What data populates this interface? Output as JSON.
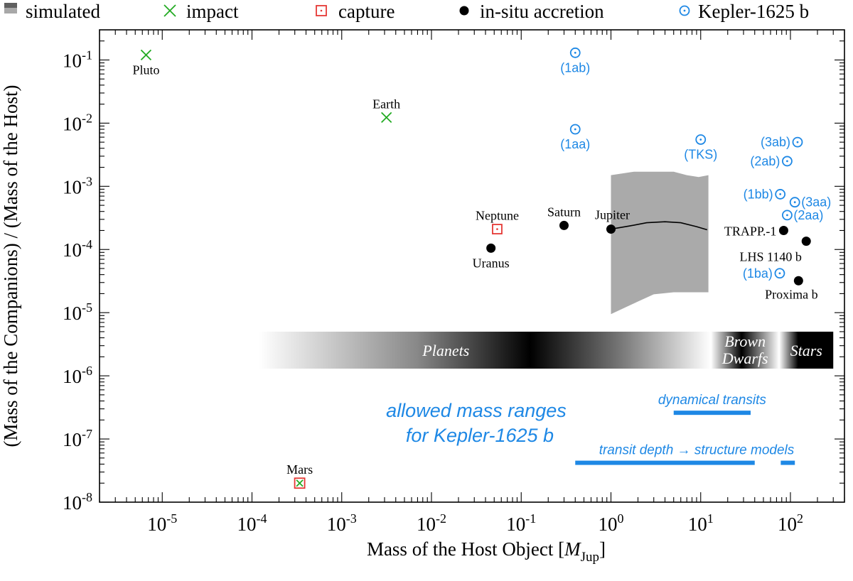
{
  "chart_data": {
    "type": "scatter",
    "xlabel_main": "Mass of the Host Object [",
    "xlabel_sym": "M",
    "xlabel_sub": "Jup",
    "xlabel_close": "]",
    "ylabel": "(Mass of the Companions) / (Mass of the Host)",
    "xscale": "log",
    "yscale": "log",
    "xlim": [
      2e-06,
      400
    ],
    "ylim": [
      1e-08,
      0.3
    ],
    "x_ticks": [
      {
        "exp": -5,
        "base": "10",
        "sup": "-5"
      },
      {
        "exp": -4,
        "base": "10",
        "sup": "-4"
      },
      {
        "exp": -3,
        "base": "10",
        "sup": "-3"
      },
      {
        "exp": -2,
        "base": "10",
        "sup": "-2"
      },
      {
        "exp": -1,
        "base": "10",
        "sup": "-1"
      },
      {
        "exp": 0,
        "base": "10",
        "sup": "0"
      },
      {
        "exp": 1,
        "base": "10",
        "sup": "1"
      },
      {
        "exp": 2,
        "base": "10",
        "sup": "2"
      }
    ],
    "y_ticks": [
      {
        "exp": -8,
        "base": "10",
        "sup": "-8"
      },
      {
        "exp": -7,
        "base": "10",
        "sup": "-7"
      },
      {
        "exp": -6,
        "base": "10",
        "sup": "-6"
      },
      {
        "exp": -5,
        "base": "10",
        "sup": "-5"
      },
      {
        "exp": -4,
        "base": "10",
        "sup": "-4"
      },
      {
        "exp": -3,
        "base": "10",
        "sup": "-3"
      },
      {
        "exp": -2,
        "base": "10",
        "sup": "-2"
      },
      {
        "exp": -1,
        "base": "10",
        "sup": "-1"
      }
    ],
    "legend": {
      "placement": "top, above plot",
      "entries": [
        {
          "key": "simulated",
          "label": "simulated",
          "color": "#9e9e9e"
        },
        {
          "key": "impact",
          "label": "impact",
          "color": "#22aa22"
        },
        {
          "key": "capture",
          "label": "capture",
          "color": "#e53935"
        },
        {
          "key": "insitu",
          "label": "in-situ accretion",
          "color": "#000000"
        },
        {
          "key": "kepler",
          "label": "Kepler-1625 b",
          "color": "#1e88e5"
        }
      ]
    },
    "points": [
      {
        "label": "Pluto",
        "x": 6.6e-06,
        "y": 0.12,
        "marker": "impact",
        "label_pos": "below"
      },
      {
        "label": "Earth",
        "x": 0.00315,
        "y": 0.0123,
        "marker": "impact",
        "label_pos": "above"
      },
      {
        "label": "Mars",
        "x": 0.00034,
        "y": 2e-08,
        "marker": "capture+impact",
        "label_pos": "above"
      },
      {
        "label": "Neptune",
        "x": 0.054,
        "y": 0.00021,
        "marker": "capture",
        "label_pos": "above"
      },
      {
        "label": "Uranus",
        "x": 0.046,
        "y": 0.000105,
        "marker": "insitu",
        "label_pos": "below"
      },
      {
        "label": "Saturn",
        "x": 0.3,
        "y": 0.00024,
        "marker": "insitu",
        "label_pos": "above"
      },
      {
        "label": "Jupiter",
        "x": 1.0,
        "y": 0.00021,
        "marker": "insitu",
        "label_pos": "above-right"
      },
      {
        "label": "TRAPP.-1",
        "x": 84,
        "y": 0.0002,
        "marker": "insitu",
        "label_pos": "left"
      },
      {
        "label": "LHS 1140 b",
        "x": 150,
        "y": 0.000135,
        "marker": "insitu",
        "label_pos": "below-left"
      },
      {
        "label": "Proxima b",
        "x": 123,
        "y": 3.2e-05,
        "marker": "insitu",
        "label_pos": "below-left"
      }
    ],
    "kepler_points": [
      {
        "label": "(1ab)",
        "x": 0.4,
        "y": 0.13,
        "label_pos": "below"
      },
      {
        "label": "(1aa)",
        "x": 0.4,
        "y": 0.008,
        "label_pos": "below"
      },
      {
        "label": "(TKS)",
        "x": 10,
        "y": 0.0055,
        "label_pos": "below"
      },
      {
        "label": "(3ab)",
        "x": 120,
        "y": 0.005,
        "label_pos": "left"
      },
      {
        "label": "(2ab)",
        "x": 92,
        "y": 0.0025,
        "label_pos": "left"
      },
      {
        "label": "(1bb)",
        "x": 77,
        "y": 0.00075,
        "label_pos": "left"
      },
      {
        "label": "(3aa)",
        "x": 112,
        "y": 0.00056,
        "label_pos": "right"
      },
      {
        "label": "(2aa)",
        "x": 92,
        "y": 0.00035,
        "label_pos": "right"
      },
      {
        "label": "(1ba)",
        "x": 76,
        "y": 4.2e-05,
        "label_pos": "left"
      }
    ],
    "simulated_region": {
      "x_range": [
        1.0,
        12.2
      ],
      "upper": [
        [
          1.0,
          0.0015
        ],
        [
          1.8,
          0.0017
        ],
        [
          5.0,
          0.0017
        ],
        [
          7.0,
          0.0015
        ],
        [
          9.5,
          0.0014
        ],
        [
          12.2,
          0.0015
        ]
      ],
      "lower": [
        [
          1.0,
          9.5e-06
        ],
        [
          2.0,
          1.5e-05
        ],
        [
          3.0,
          1.95e-05
        ],
        [
          5.0,
          2.1e-05
        ],
        [
          12.2,
          2.1e-05
        ]
      ]
    },
    "simulated_median": [
      [
        1.0,
        0.00021
      ],
      [
        1.6,
        0.000235
      ],
      [
        2.5,
        0.000265
      ],
      [
        4.0,
        0.000275
      ],
      [
        6.0,
        0.000265
      ],
      [
        9.0,
        0.00023
      ],
      [
        11.8,
        0.000205
      ]
    ],
    "mass_classes": [
      {
        "label": "Planets",
        "x_range": [
          0.00012,
          13
        ]
      },
      {
        "label_line1": "Brown",
        "label_line2": "Dwarfs",
        "x_range": [
          13,
          75
        ]
      },
      {
        "label": "Stars",
        "x_range": [
          75,
          300
        ]
      }
    ],
    "mass_classes_y_range": [
      1.3e-06,
      5e-06
    ],
    "allowed_mass_title_line1": "allowed mass ranges",
    "allowed_mass_title_line2": "for Kepler-1625 b",
    "allowed_ranges": [
      {
        "label": "dynamical transits",
        "segments": [
          [
            5,
            36
          ]
        ],
        "y": 2.6e-07
      },
      {
        "label": "transit depth → structure models",
        "segments": [
          [
            0.4,
            40
          ],
          [
            78,
            112
          ]
        ],
        "y": 4.2e-08
      }
    ]
  }
}
